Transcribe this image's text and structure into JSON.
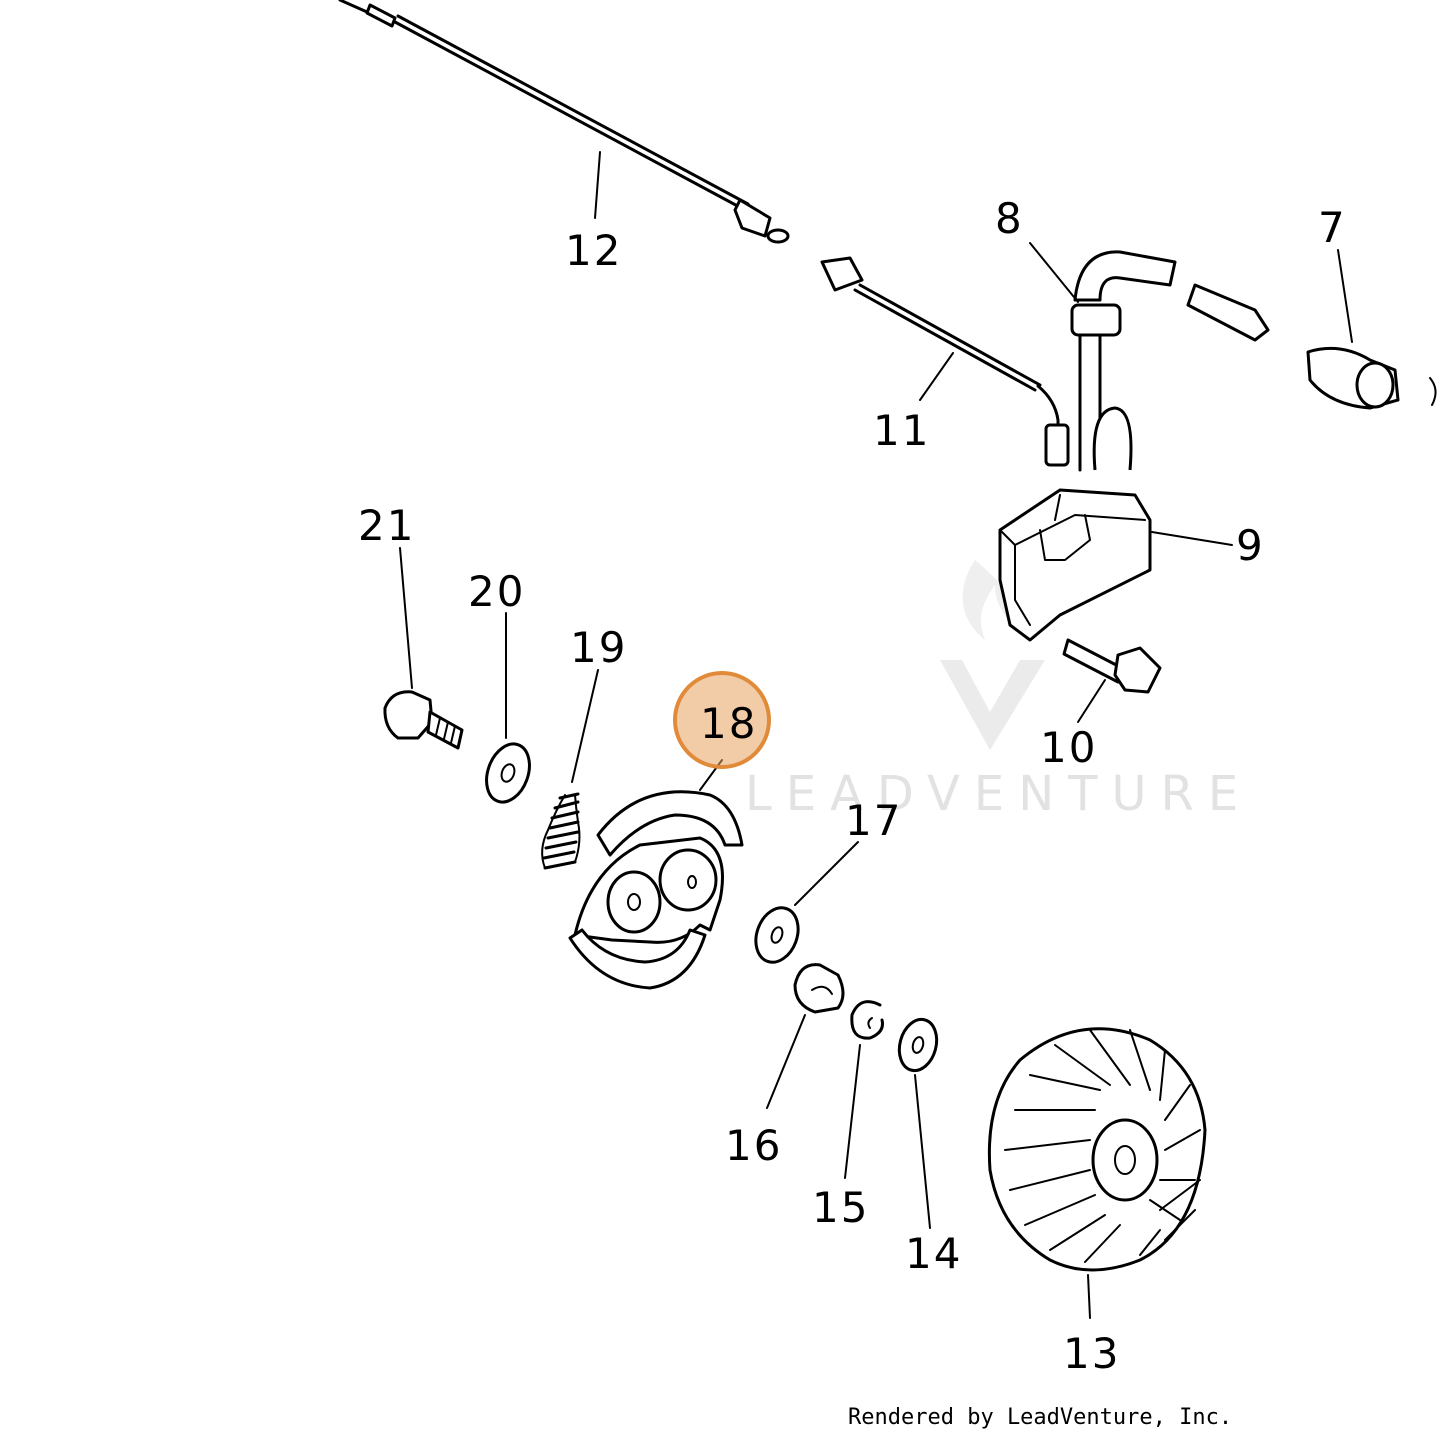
{
  "diagram": {
    "part_numbers": {
      "p7": "7",
      "p8": "8",
      "p9": "9",
      "p10": "10",
      "p11": "11",
      "p12": "12",
      "p13": "13",
      "p14": "14",
      "p15": "15",
      "p16": "16",
      "p17": "17",
      "p18": "18",
      "p19": "19",
      "p20": "20",
      "p21": "21"
    },
    "highlighted_part": "18",
    "highlight_color": "#E8A25F",
    "watermark": "LEADVENTURE",
    "credit": "Rendered by LeadVenture, Inc."
  }
}
